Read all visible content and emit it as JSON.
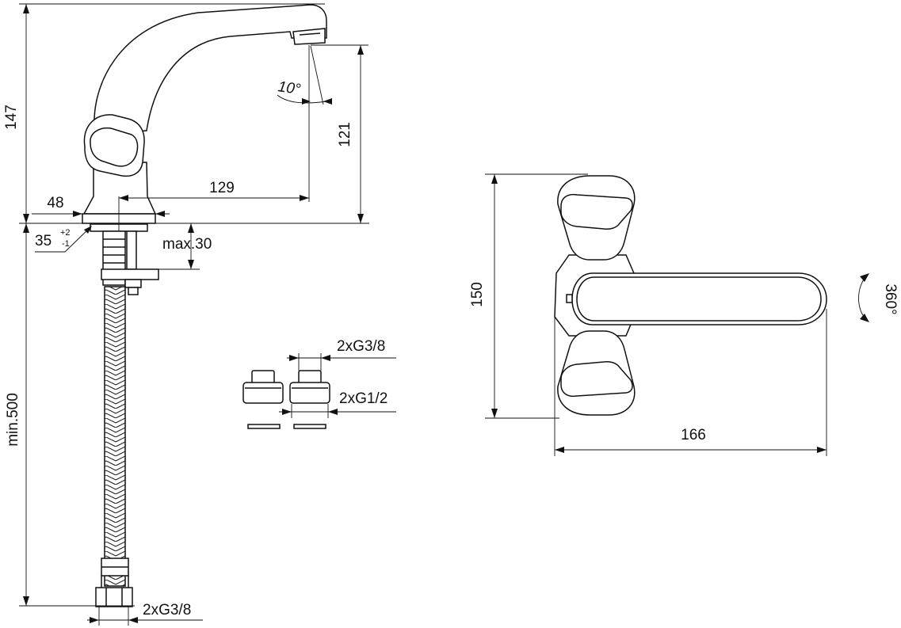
{
  "dimensions": {
    "overall_height": "147",
    "spout_height": "121",
    "spout_angle": "10°",
    "spout_reach": "129",
    "base_diameter": "48",
    "hole_diameter": "35",
    "hole_tol_upper": "+2",
    "hole_tol_lower": "-1",
    "max_thickness": "max.30",
    "hose_length": "min.500",
    "hose_connection": "2xG3/8",
    "adapter_top": "2xG3/8",
    "adapter_bottom": "2xG1/2",
    "handle_span": "150",
    "lever_length": "166",
    "rotation": "360°"
  }
}
